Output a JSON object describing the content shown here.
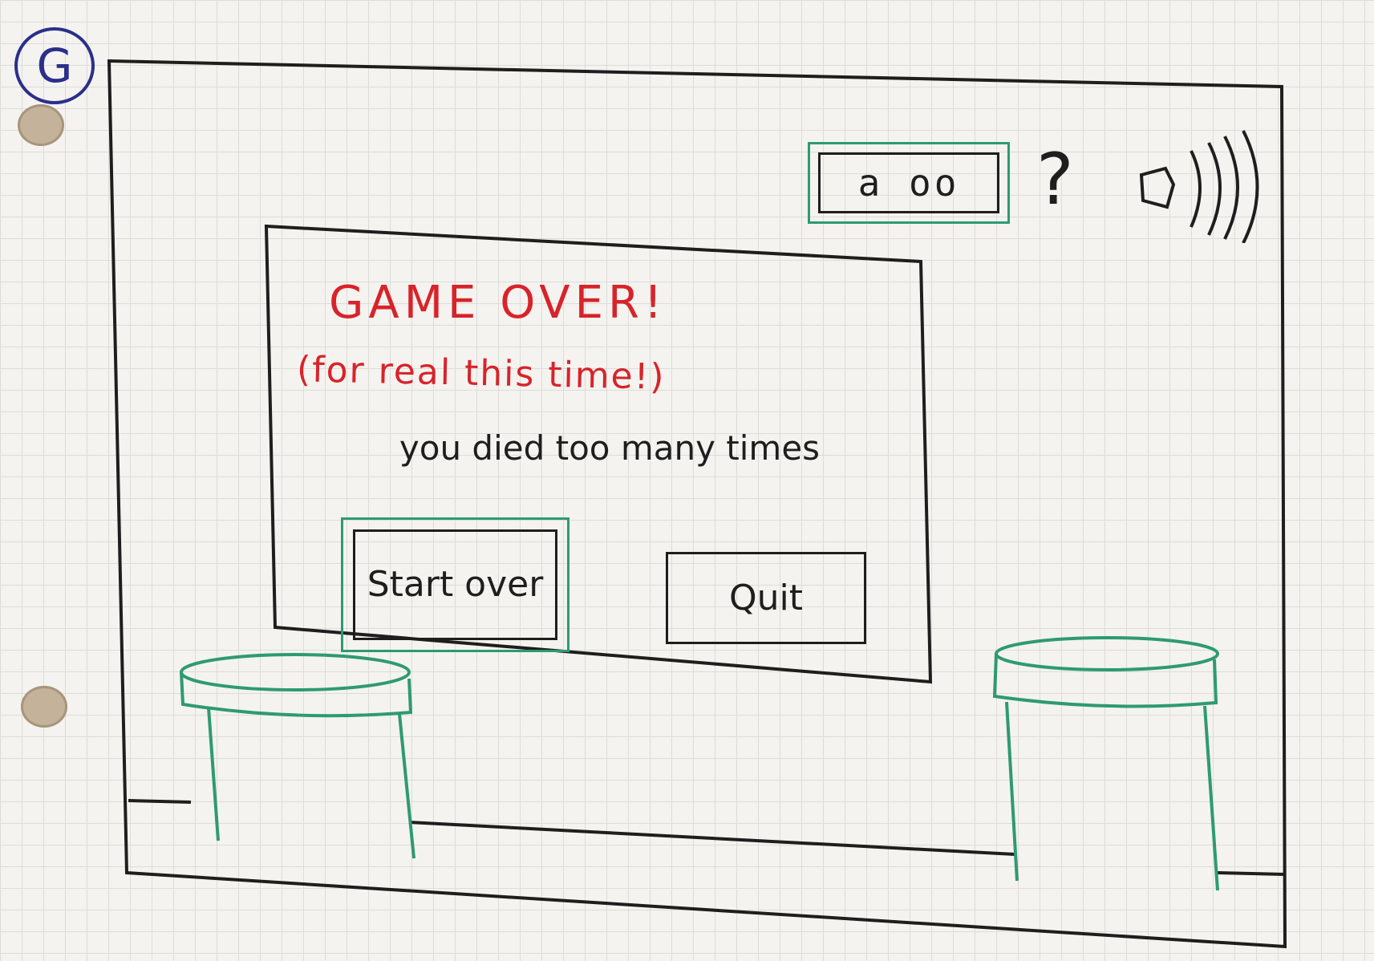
{
  "page_marker": "G",
  "hud": {
    "timer_text": "a oo",
    "help_icon": "question-mark-icon",
    "sound_icon": "speaker-volume-icon"
  },
  "dialog": {
    "title": "GAME OVER!",
    "subtitle": "(for real this time!)",
    "message": "you died too many times",
    "start_over_label": "Start over",
    "quit_label": "Quit"
  },
  "colors": {
    "ink": "#1e1e1e",
    "title_red": "#d8232a",
    "pipe_green": "#2e9a72",
    "marker_blue": "#2b2f8a"
  }
}
